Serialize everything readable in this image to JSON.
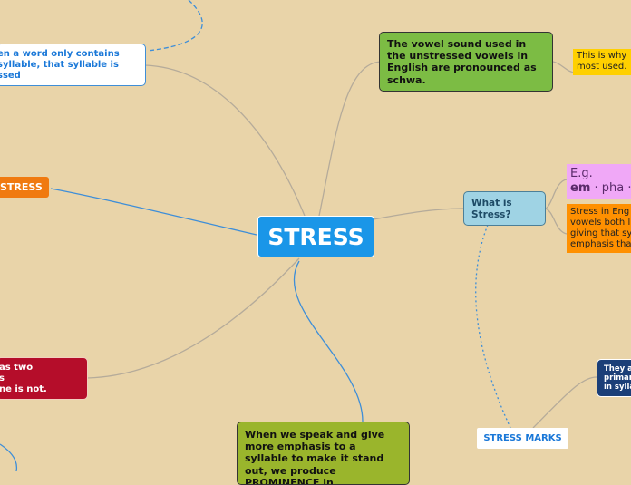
{
  "central": {
    "label": "STRESS",
    "color": "#1a96e8"
  },
  "nodes": {
    "one_syllable": "en a word only contains\n syllable, that syllable is\nssed",
    "left_stress": "STRESS",
    "two_syllables": "as two\ns\nne is not.",
    "schwa": "The vowel sound used in the unstressed vowels in English are pronounced as schwa.",
    "schwa_note": "This is why\nmost used.",
    "what_is_stress": "What is Stress?",
    "example_label": "E.g.",
    "example_bold": "em",
    "example_rest": " · pha ·",
    "stress_def": "Stress in Eng\nvowels both l\ngiving that sy\nemphasis tha",
    "prominence": "When we speak and give more emphasis to a syllable to make it stand out, we produce PROMINENCE in",
    "stress_marks": "STRESS MARKS",
    "marks_note": "They a\nprimar\nin sylla"
  }
}
